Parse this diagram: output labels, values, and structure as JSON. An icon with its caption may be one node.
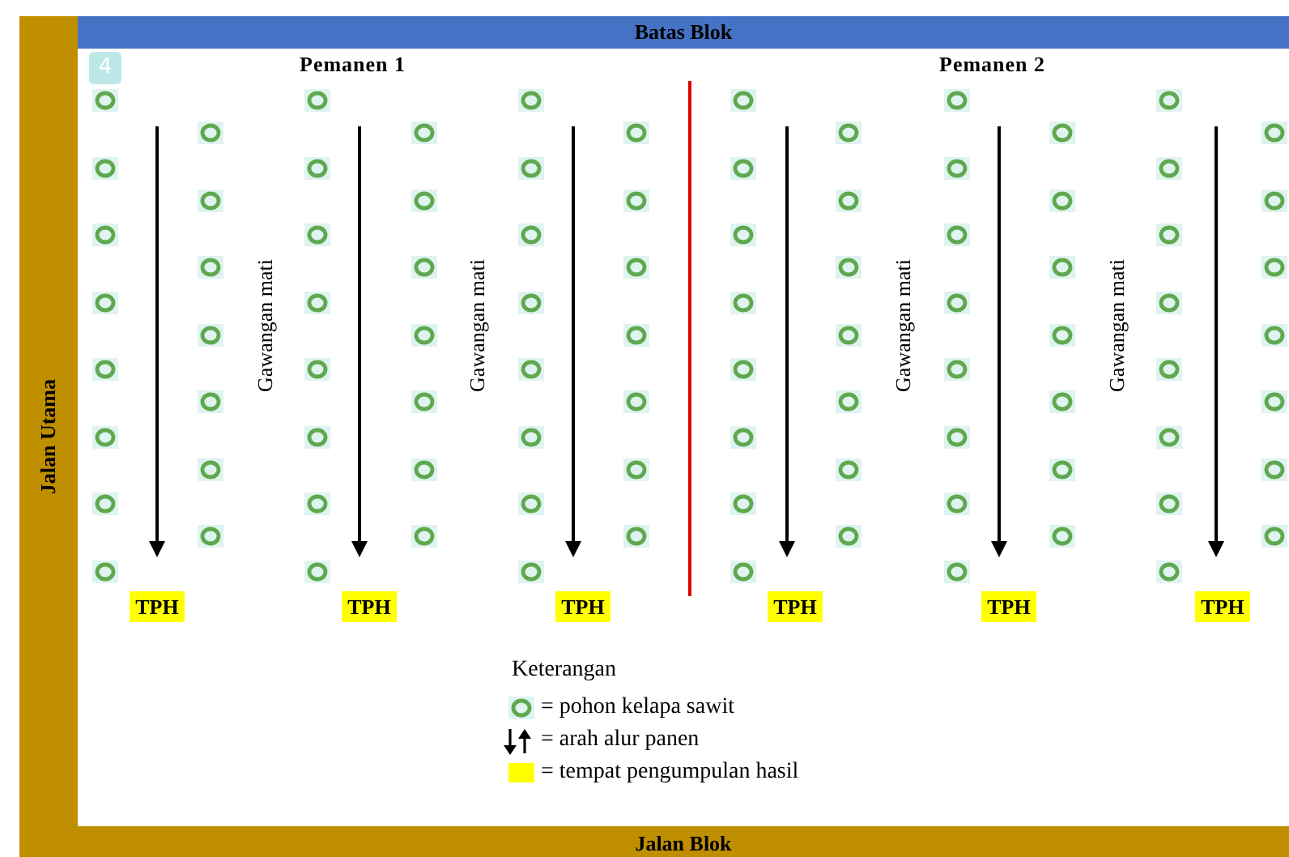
{
  "diagram": {
    "nodes": [
      {
        "text": [
          "Batas Blok"
        ]
      },
      {
        "text": [
          "Jalan Utama"
        ]
      },
      {
        "text": [
          "Jalan Blok"
        ]
      },
      {
        "text": [
          "TPH"
        ]
      },
      {
        "text": [
          "TPH"
        ]
      },
      {
        "text": [
          "TPH"
        ]
      },
      {
        "text": [
          "TPH"
        ]
      },
      {
        "text": [
          "TPH"
        ]
      },
      {
        "text": [
          "TPH"
        ]
      }
    ],
    "edges": [],
    "labels": [
      "4",
      "Pemanen 1",
      "Pemanen 2",
      "Gawangan mati",
      "Gawangan mati",
      "Gawangan mati",
      "Gawangan mati",
      "Keterangan"
    ],
    "legend": [
      {
        "text": "= pohon kelapa sawit"
      },
      {
        "text": "= arah alur panen"
      },
      {
        "text": "= tempat pengumpulan hasil",
        "color": "#ffff00"
      }
    ]
  }
}
